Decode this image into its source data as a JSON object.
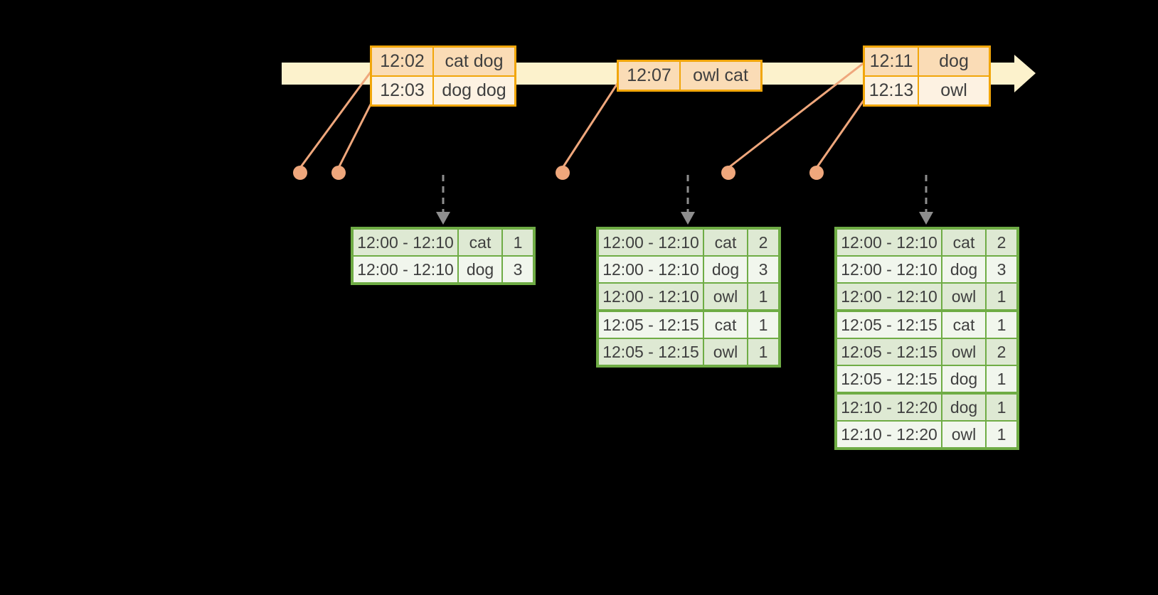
{
  "diagram": {
    "title": "windowed-grouped-aggregation-stream",
    "colors": {
      "background": "#000000",
      "timeline_fill": "#FCF2CC",
      "event_table_border": "#F1A60A",
      "event_row_dark": "#FADCB6",
      "event_row_light": "#FDF2E2",
      "connector_salmon": "#EFA77C",
      "trigger_arrow_gray": "#8E8E8E",
      "result_table_border": "#6FAC45",
      "result_row_dark": "#DEE9D3",
      "result_row_light": "#F1F6ED",
      "cell_text": "#3F3F3F"
    },
    "event_tables": [
      {
        "name": "input-events-1",
        "rows": [
          {
            "time": "12:02",
            "words": "cat dog"
          },
          {
            "time": "12:03",
            "words": "dog dog"
          }
        ]
      },
      {
        "name": "input-events-2",
        "rows": [
          {
            "time": "12:07",
            "words": "owl cat"
          }
        ]
      },
      {
        "name": "input-events-3",
        "rows": [
          {
            "time": "12:11",
            "words": "dog"
          },
          {
            "time": "12:13",
            "words": "owl"
          }
        ]
      }
    ],
    "result_tables": [
      {
        "name": "windowed-counts-1",
        "rows": [
          {
            "window": "12:00 - 12:10",
            "word": "cat",
            "count": "1"
          },
          {
            "window": "12:00 - 12:10",
            "word": "dog",
            "count": "3"
          }
        ]
      },
      {
        "name": "windowed-counts-2",
        "rows": [
          {
            "window": "12:00 - 12:10",
            "word": "cat",
            "count": "2"
          },
          {
            "window": "12:00 - 12:10",
            "word": "dog",
            "count": "3"
          },
          {
            "window": "12:00 - 12:10",
            "word": "owl",
            "count": "1"
          },
          {
            "window": "12:05 - 12:15",
            "word": "cat",
            "count": "1"
          },
          {
            "window": "12:05 - 12:15",
            "word": "owl",
            "count": "1"
          }
        ]
      },
      {
        "name": "windowed-counts-3",
        "rows": [
          {
            "window": "12:00 - 12:10",
            "word": "cat",
            "count": "2"
          },
          {
            "window": "12:00 - 12:10",
            "word": "dog",
            "count": "3"
          },
          {
            "window": "12:00 - 12:10",
            "word": "owl",
            "count": "1"
          },
          {
            "window": "12:05 - 12:15",
            "word": "cat",
            "count": "1"
          },
          {
            "window": "12:05 - 12:15",
            "word": "owl",
            "count": "2"
          },
          {
            "window": "12:05 - 12:15",
            "word": "dog",
            "count": "1"
          },
          {
            "window": "12:10 - 12:20",
            "word": "dog",
            "count": "1"
          },
          {
            "window": "12:10 - 12:20",
            "word": "owl",
            "count": "1"
          }
        ]
      }
    ]
  }
}
